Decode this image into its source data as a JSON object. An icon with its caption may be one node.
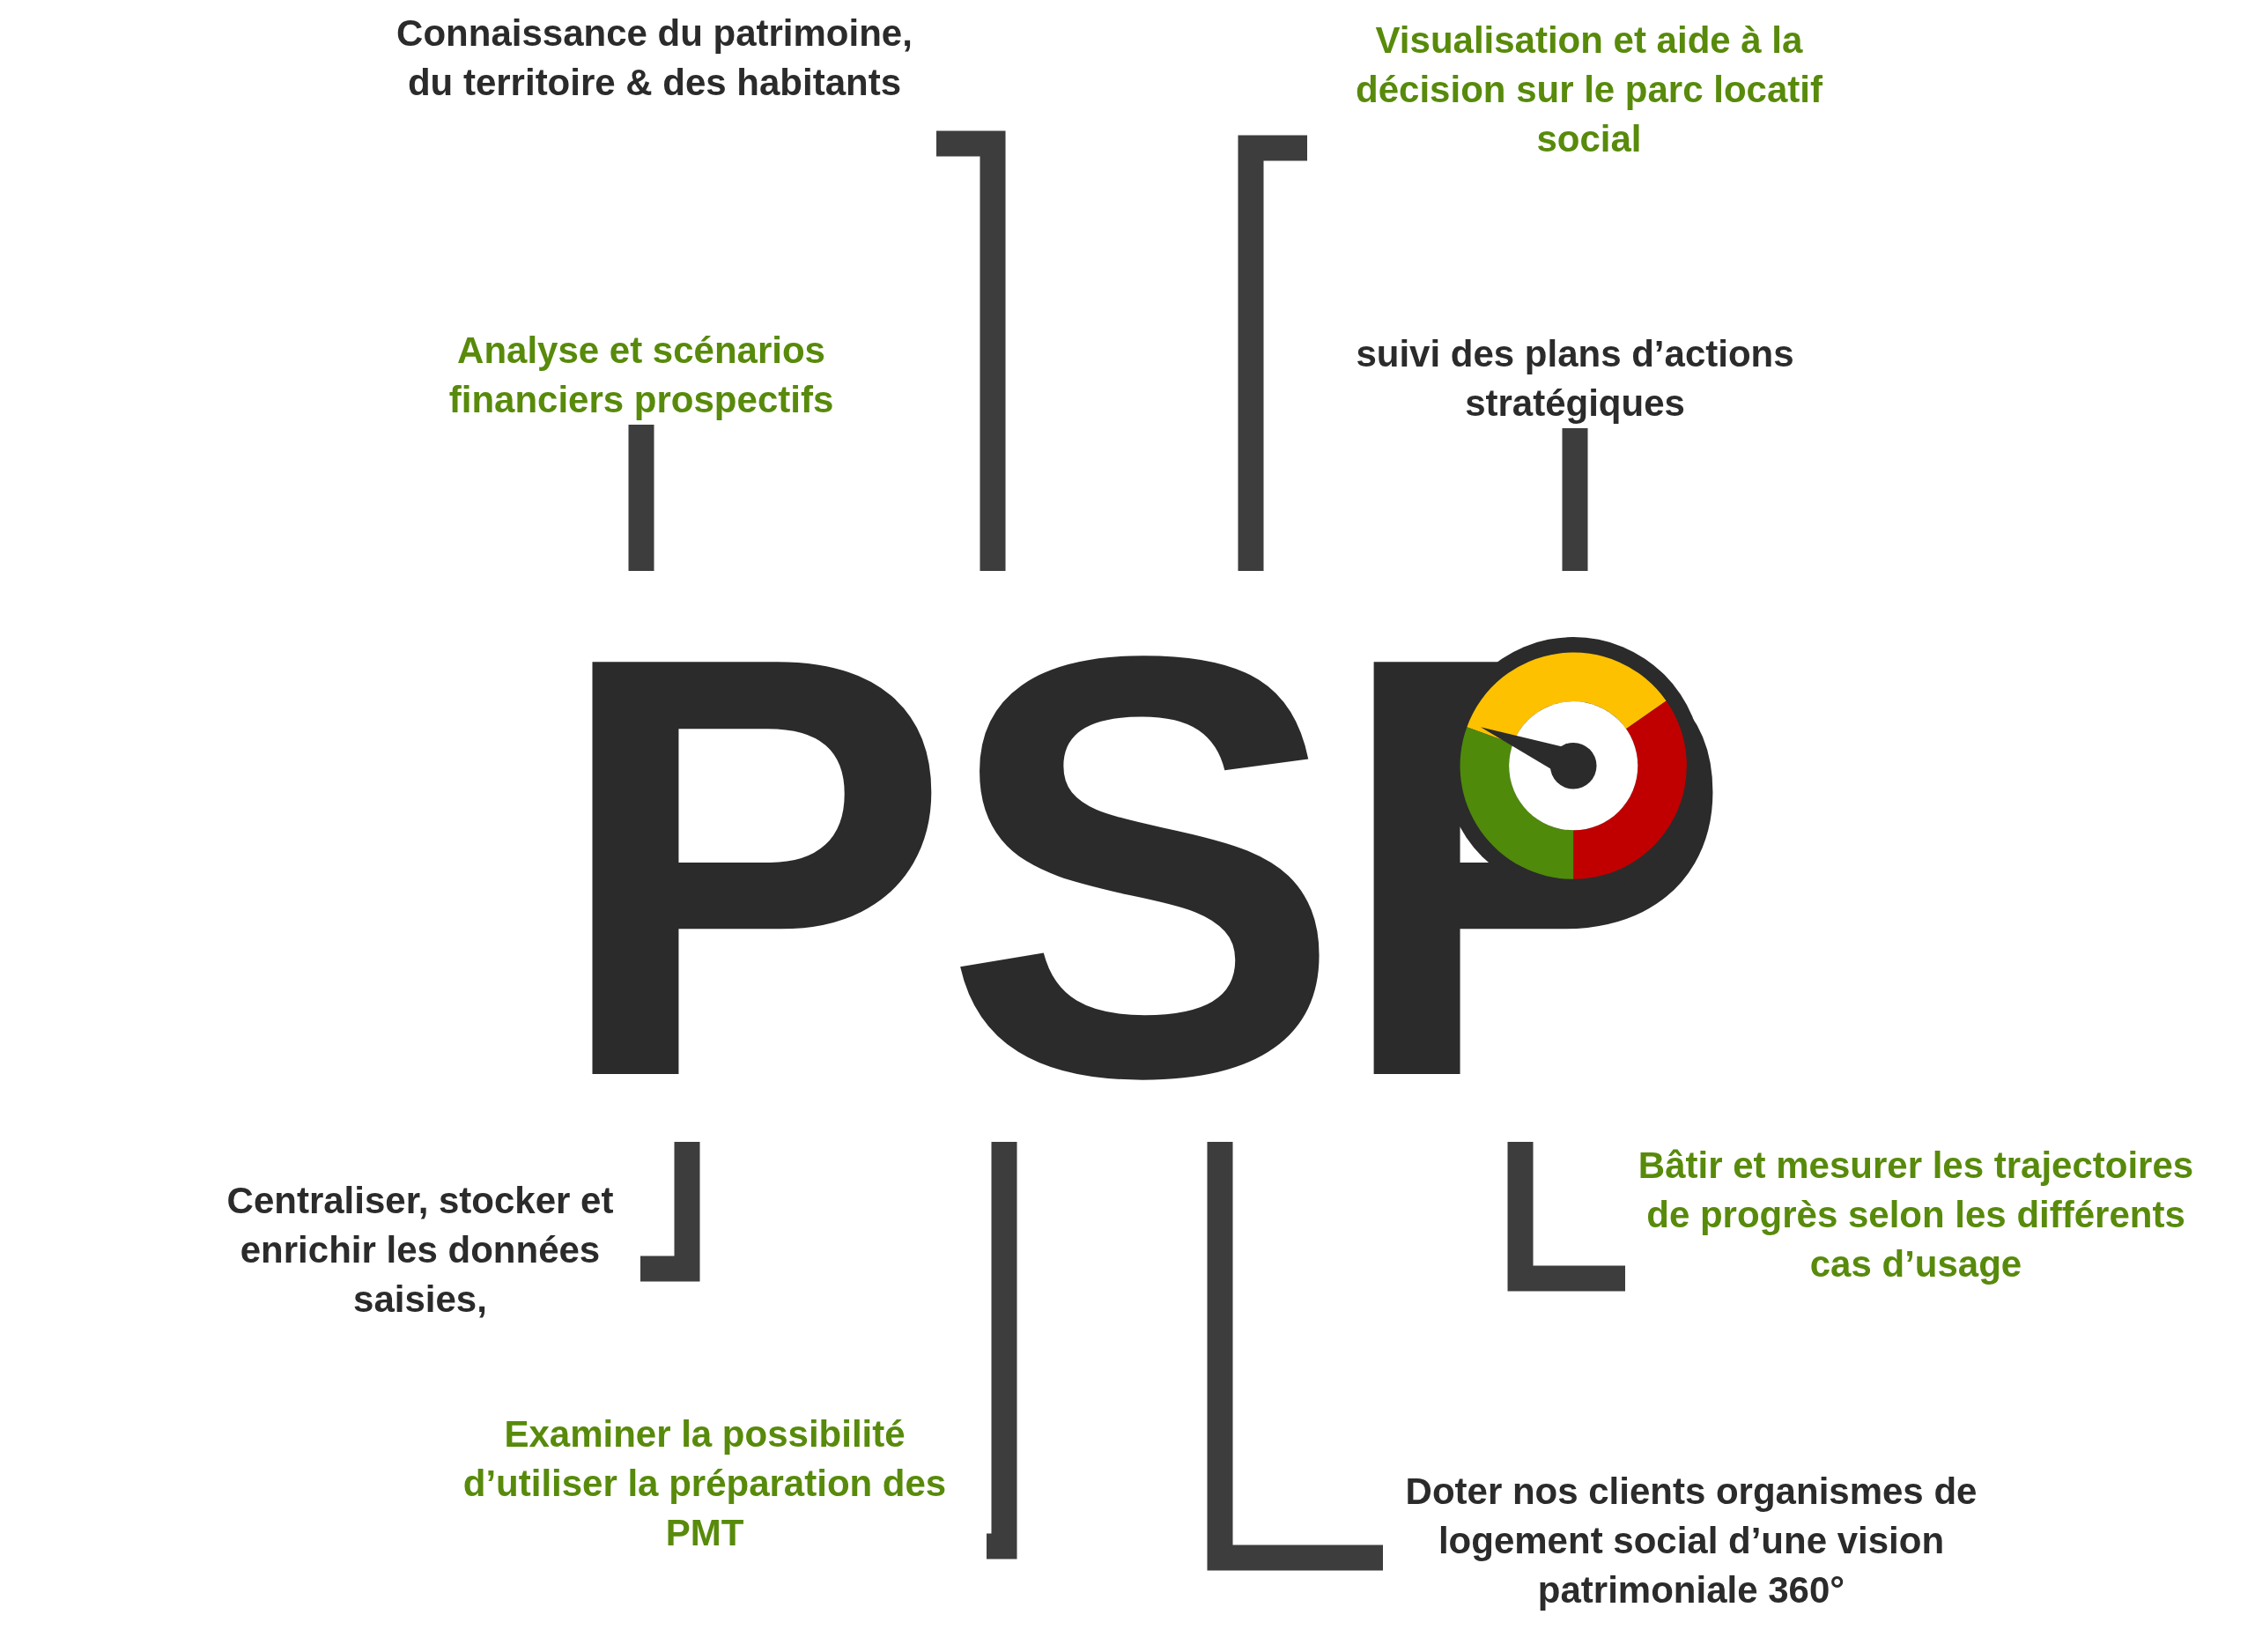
{
  "diagram": {
    "nodes": [
      {
        "text": [
          "Connaissance du patrimoine, du territoire & des habitants"
        ]
      },
      {
        "text": [
          "Visualisation et aide à la décision sur le parc locatif social"
        ]
      },
      {
        "text": [
          "Analyse et scénarios financiers prospectifs"
        ]
      },
      {
        "text": [
          "suivi des plans d’actions stratégiques"
        ]
      },
      {
        "text": [
          "PSP"
        ]
      },
      {
        "text": [
          "Bâtir et mesurer les trajectoires de progrès selon les différents cas d’usage"
        ]
      },
      {
        "text": [
          "Centraliser, stocker et enrichir les données saisies,"
        ]
      },
      {
        "text": [
          "Examiner la possibilité d’utiliser la préparation des PMT"
        ]
      },
      {
        "text": [
          "Doter nos clients organismes de logement social d’une vision patrimoniale 360°"
        ]
      }
    ],
    "edges": [
      {
        "from": 0,
        "to": 4,
        "arrow": "none"
      },
      {
        "from": 1,
        "to": 4,
        "arrow": "none"
      },
      {
        "from": 2,
        "to": 4,
        "arrow": "none"
      },
      {
        "from": 3,
        "to": 4,
        "arrow": "none"
      },
      {
        "from": 5,
        "to": 4,
        "arrow": "none"
      },
      {
        "from": 6,
        "to": 4,
        "arrow": "none"
      },
      {
        "from": 7,
        "to": 4,
        "arrow": "none"
      },
      {
        "from": 8,
        "to": 4,
        "arrow": "none"
      }
    ]
  }
}
